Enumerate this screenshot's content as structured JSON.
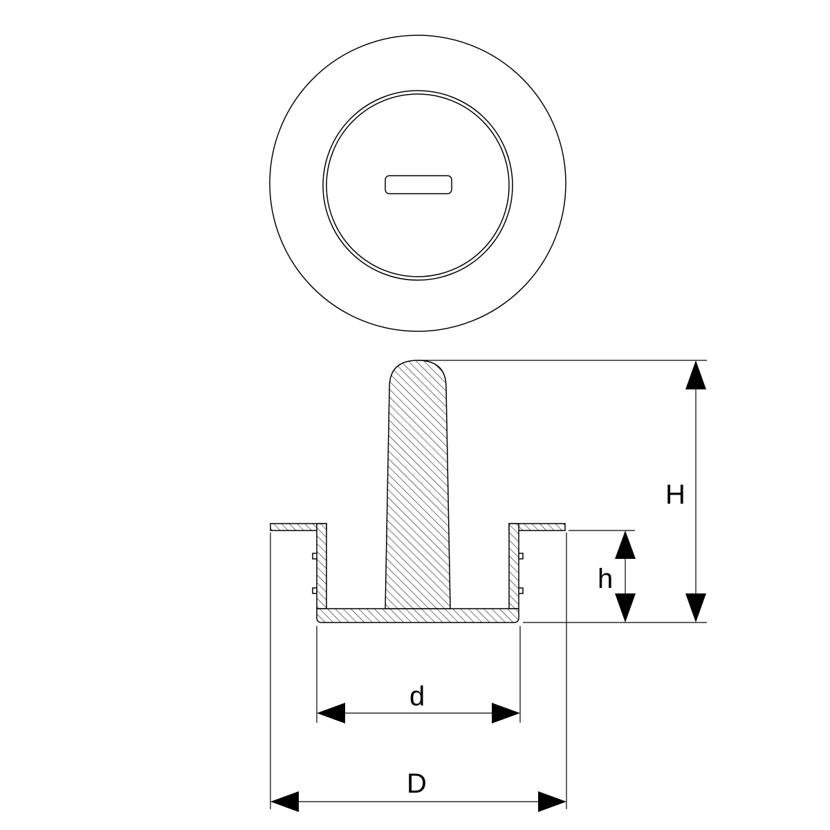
{
  "colors": {
    "line": "#000000",
    "background": "#ffffff"
  },
  "dimensions": {
    "overall_height_label": "H",
    "recess_depth_label": "h",
    "inner_diameter_label": "d",
    "outer_diameter_label": "D"
  }
}
